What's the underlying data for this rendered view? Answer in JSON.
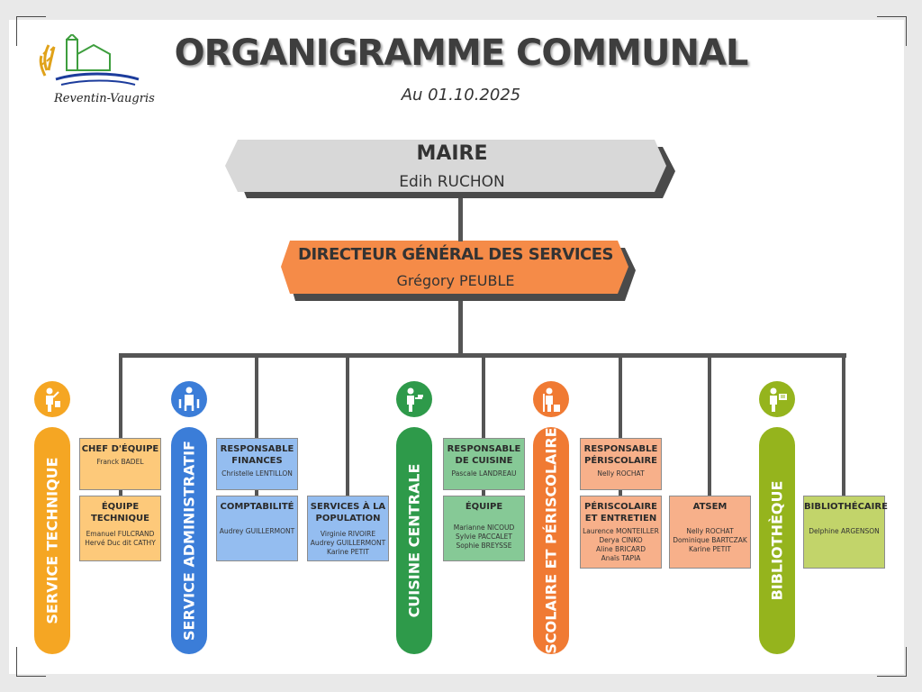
{
  "header": {
    "title": "ORGANIGRAMME COMMUNAL",
    "date": "Au 01.10.2025",
    "logo_text": "Reventin-Vaugris"
  },
  "maire": {
    "title": "MAIRE",
    "name": "Edih RUCHON"
  },
  "dgs": {
    "title": "DIRECTEUR GÉNÉRAL DES SERVICES",
    "name": "Grégory PEUBLE"
  },
  "services": [
    {
      "label": "SERVICE TECHNIQUE",
      "color": "#f5a623",
      "icon": "worker-icon"
    },
    {
      "label": "SERVICE ADMINISTRATIF",
      "color": "#3b7dd8",
      "icon": "admin-icon"
    },
    {
      "label": "CUISINE CENTRALE",
      "color": "#2e9a4a",
      "icon": "chef-icon"
    },
    {
      "label": "SCOLAIRE ET PÉRISCOLAIRE",
      "color": "#f07a33",
      "icon": "janitor-icon"
    },
    {
      "label": "BIBLIOTHÈQUE",
      "color": "#95b41d",
      "icon": "librarian-icon"
    }
  ],
  "boxes": {
    "chef_equipe": {
      "title": "CHEF D'ÉQUIPE",
      "people": [
        "Franck BADEL"
      ]
    },
    "equipe_technique": {
      "title": "ÉQUIPE TECHNIQUE",
      "people": [
        "Emanuel FULCRAND",
        "Hervé Duc dit CATHY"
      ]
    },
    "resp_finances": {
      "title": "RESPONSABLE FINANCES",
      "people": [
        "Christelle LENTILLON"
      ]
    },
    "comptabilite": {
      "title": "COMPTABILITÉ",
      "people": [
        "Audrey GUILLERMONT"
      ]
    },
    "services_population": {
      "title": "SERVICES À LA POPULATION",
      "people": [
        "Virginie RIVOIRE",
        "Audrey GUILLERMONT",
        "Karine PETIT"
      ]
    },
    "resp_cuisine": {
      "title": "RESPONSABLE DE CUISINE",
      "people": [
        "Pascale LANDREAU"
      ]
    },
    "equipe_cuisine": {
      "title": "ÉQUIPE",
      "people": [
        "Marianne NICOUD",
        "Sylvie PACCALET",
        "Sophie BREYSSE"
      ]
    },
    "resp_periscolaire": {
      "title": "RESPONSABLE PÉRISCOLAIRE",
      "people": [
        "Nelly ROCHAT"
      ]
    },
    "periscolaire_entretien": {
      "title": "PÉRISCOLAIRE ET ENTRETIEN",
      "people": [
        "Laurence MONTEILLER",
        "Derya CINKO",
        "Aline BRICARD",
        "Anaïs TAPIA"
      ]
    },
    "atsem": {
      "title": "ATSEM",
      "people": [
        "Nelly ROCHAT",
        "Dominique BARTCZAK",
        "Karine PETIT"
      ]
    },
    "bibliothecaire": {
      "title": "BIBLIOTHÉCAIRE",
      "people": [
        "Delphine ARGENSON"
      ]
    }
  },
  "colors": {
    "technique_light": "#fdc97a",
    "admin_light": "#94bdf0",
    "cuisine_light": "#86c996",
    "scolaire_light": "#f7b08a",
    "biblio_light": "#c2d46a",
    "maire_banner": "#d8d8d8",
    "dgs_banner": "#f58b48"
  }
}
